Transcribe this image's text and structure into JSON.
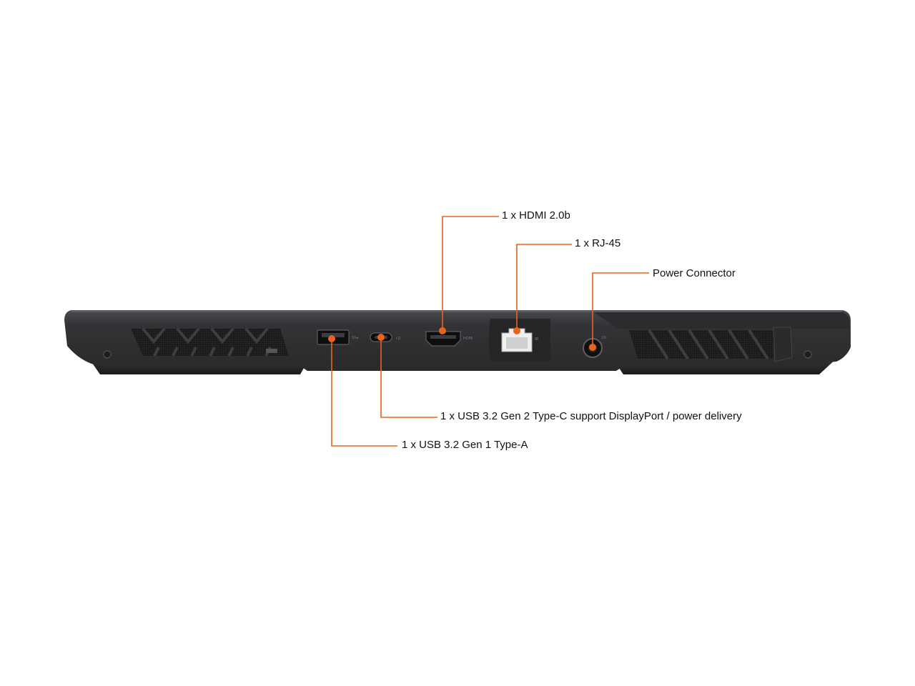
{
  "colors": {
    "background": "#ffffff",
    "callout": "#e8631c",
    "chassis_dark": "#2a2a2c",
    "chassis_mid": "#3a3a3d",
    "chassis_light": "#4a4a4e",
    "label_text": "#111111"
  },
  "callouts": {
    "hdmi": "1 x HDMI 2.0b",
    "rj45": "1 x RJ-45",
    "power": "Power Connector",
    "usb_c": "1 x USB 3.2 Gen 2 Type-C support DisplayPort / power delivery",
    "usb_a": "1 x USB 3.2 Gen 1 Type-A"
  },
  "icons": {
    "usb_a_port": "usb-a-port-icon",
    "usb_c_port": "usb-c-port-icon",
    "hdmi_port": "hdmi-port-icon",
    "rj45_port": "rj45-port-icon",
    "power_port": "dc-power-port-icon",
    "vent_left": "vent-grille-icon",
    "vent_right": "vent-grille-icon"
  }
}
